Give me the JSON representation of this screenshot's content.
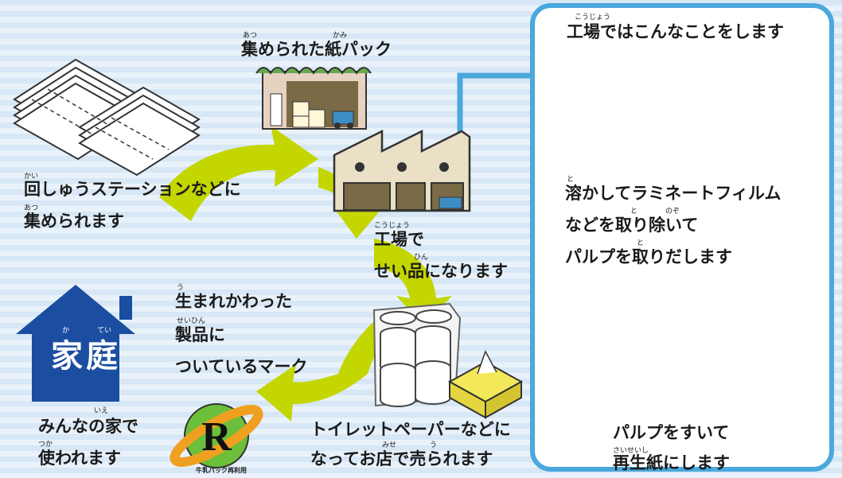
{
  "labels": {
    "collected": "集められた紙パック",
    "collected_rb_atsu": "あつ",
    "collected_rb_kami": "かみ",
    "station_1": "回しゅうステーションなどに",
    "station_rb_kai": "かい",
    "station_2": "集められます",
    "station_rb_atsu": "あつ",
    "factory_1": "工場で",
    "factory_rb_koujou": "こうじょう",
    "factory_2": "せい品になります",
    "factory_rb_hin": "ひん",
    "reborn_1": "生まれかわった",
    "reborn_rb_u": "う",
    "reborn_2": "製品に",
    "reborn_rb_seihin": "せいひん",
    "reborn_3": "ついているマーク",
    "house": "家庭",
    "house_rb_ka": "か",
    "house_rb_tei": "てい",
    "home_1": "みんなの家で",
    "home_rb_ie": "いえ",
    "home_2": "使われます",
    "home_rb_tsuka": "つか",
    "toilet_1": "トイレットペーパーなどに",
    "toilet_2": "なってお店で売られます",
    "toilet_rb_mise": "みせ",
    "toilet_rb_u": "う",
    "mark_text": "牛乳パック再利用"
  },
  "panel": {
    "title": "工場ではこんなことをします",
    "title_rb": "こうじょう",
    "step1_1": "溶かしてラミネートフィルム",
    "step1_rb_to": "と",
    "step1_2": "などを取り除いて",
    "step1_rb_to2": "と",
    "step1_rb_nozo": "のぞ",
    "step1_3": "パルプを取りだします",
    "step1_rb_to3": "と",
    "step2_1": "パルプをすいて",
    "step2_2": "再生紙にします",
    "step2_rb": "さいせいし"
  },
  "colors": {
    "arrow": "#c3d600",
    "panel_border": "#4aa8dc",
    "house": "#1b4ea1",
    "background": "#d7e7f5"
  }
}
